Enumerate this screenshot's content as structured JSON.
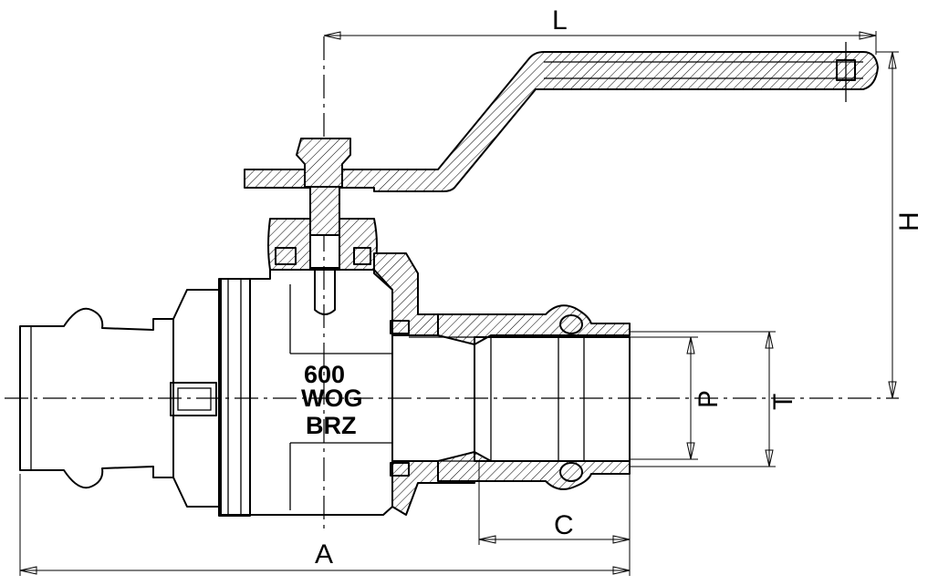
{
  "body_marking": {
    "line1": "600",
    "line2": "WOG",
    "line3": "BRZ"
  },
  "dimensions": {
    "L": "L",
    "H": "H",
    "P": "P",
    "T": "T",
    "C": "C",
    "A": "A"
  }
}
